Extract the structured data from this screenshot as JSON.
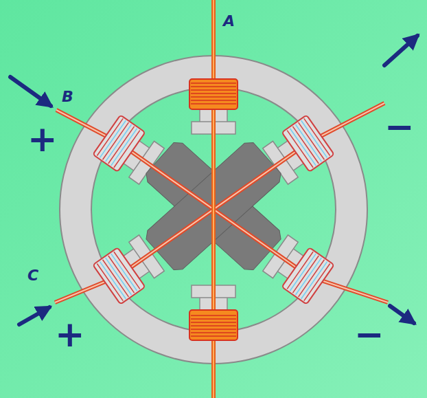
{
  "diagram": {
    "labels": [
      "A",
      "B",
      "+",
      "−",
      "C",
      "+",
      "−"
    ]
  }
}
